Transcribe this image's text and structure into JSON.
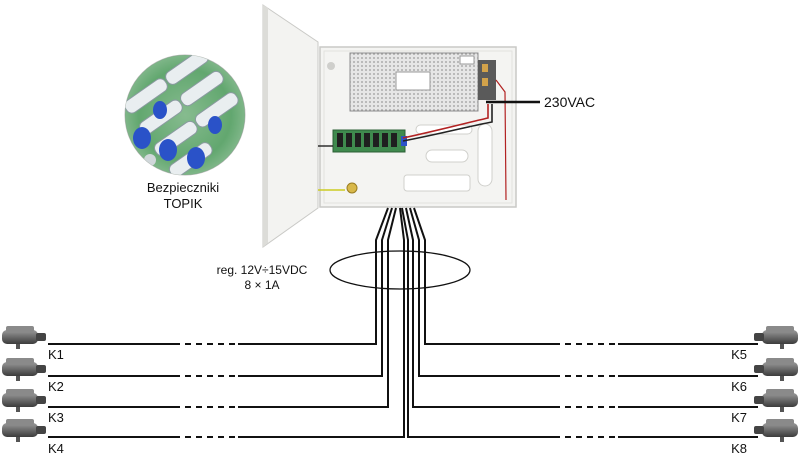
{
  "power_label": "230VAC",
  "fuse_caption": {
    "line1": "Bezpieczniki",
    "line2": "TOPIK"
  },
  "output_spec": {
    "line1": "reg. 12V÷15VDC",
    "line2": "8 × 1A"
  },
  "cameras_left": [
    {
      "label": "K1"
    },
    {
      "label": "K2"
    },
    {
      "label": "K3"
    },
    {
      "label": "K4"
    }
  ],
  "cameras_right": [
    {
      "label": "K5"
    },
    {
      "label": "K6"
    },
    {
      "label": "K7"
    },
    {
      "label": "K8"
    }
  ],
  "colors": {
    "wire": "#111111",
    "psu_box": "#f4f4f2",
    "fuse_board": "#3f8a4e",
    "fuse_blue": "#2a52c8"
  }
}
